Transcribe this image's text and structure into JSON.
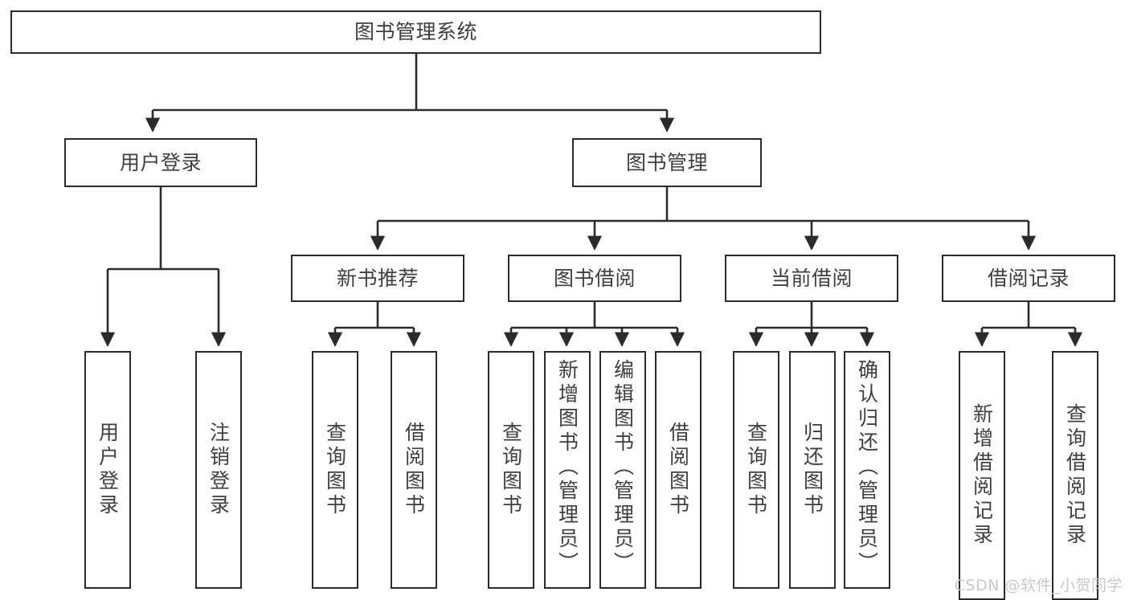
{
  "diagram": {
    "title": "图书管理系统",
    "watermark": "CSDN @软件_小贺同学",
    "line_color": "#2b2b2b",
    "text_color": "#3f3f3f",
    "background": "#ffffff",
    "root": {
      "label": "图书管理系统"
    },
    "level1": [
      {
        "label": "用户登录"
      },
      {
        "label": "图书管理"
      }
    ],
    "level2": [
      {
        "label": "新书推荐"
      },
      {
        "label": "图书借阅"
      },
      {
        "label": "当前借阅"
      },
      {
        "label": "借阅记录"
      }
    ],
    "leaves": {
      "user_login": [
        {
          "label": "用户登录"
        },
        {
          "label": "注销登录"
        }
      ],
      "new_book_recommend": [
        {
          "label": "查询图书"
        },
        {
          "label": "借阅图书"
        }
      ],
      "book_borrow": [
        {
          "label": "查询图书"
        },
        {
          "label": "新增图书（管理员）"
        },
        {
          "label": "编辑图书（管理员）"
        },
        {
          "label": "借阅图书"
        }
      ],
      "current_borrow": [
        {
          "label": "查询图书"
        },
        {
          "label": "归还图书"
        },
        {
          "label": "确认归还（管理员）"
        }
      ],
      "borrow_record": [
        {
          "label": "新增借阅记录"
        },
        {
          "label": "查询借阅记录"
        }
      ]
    }
  }
}
